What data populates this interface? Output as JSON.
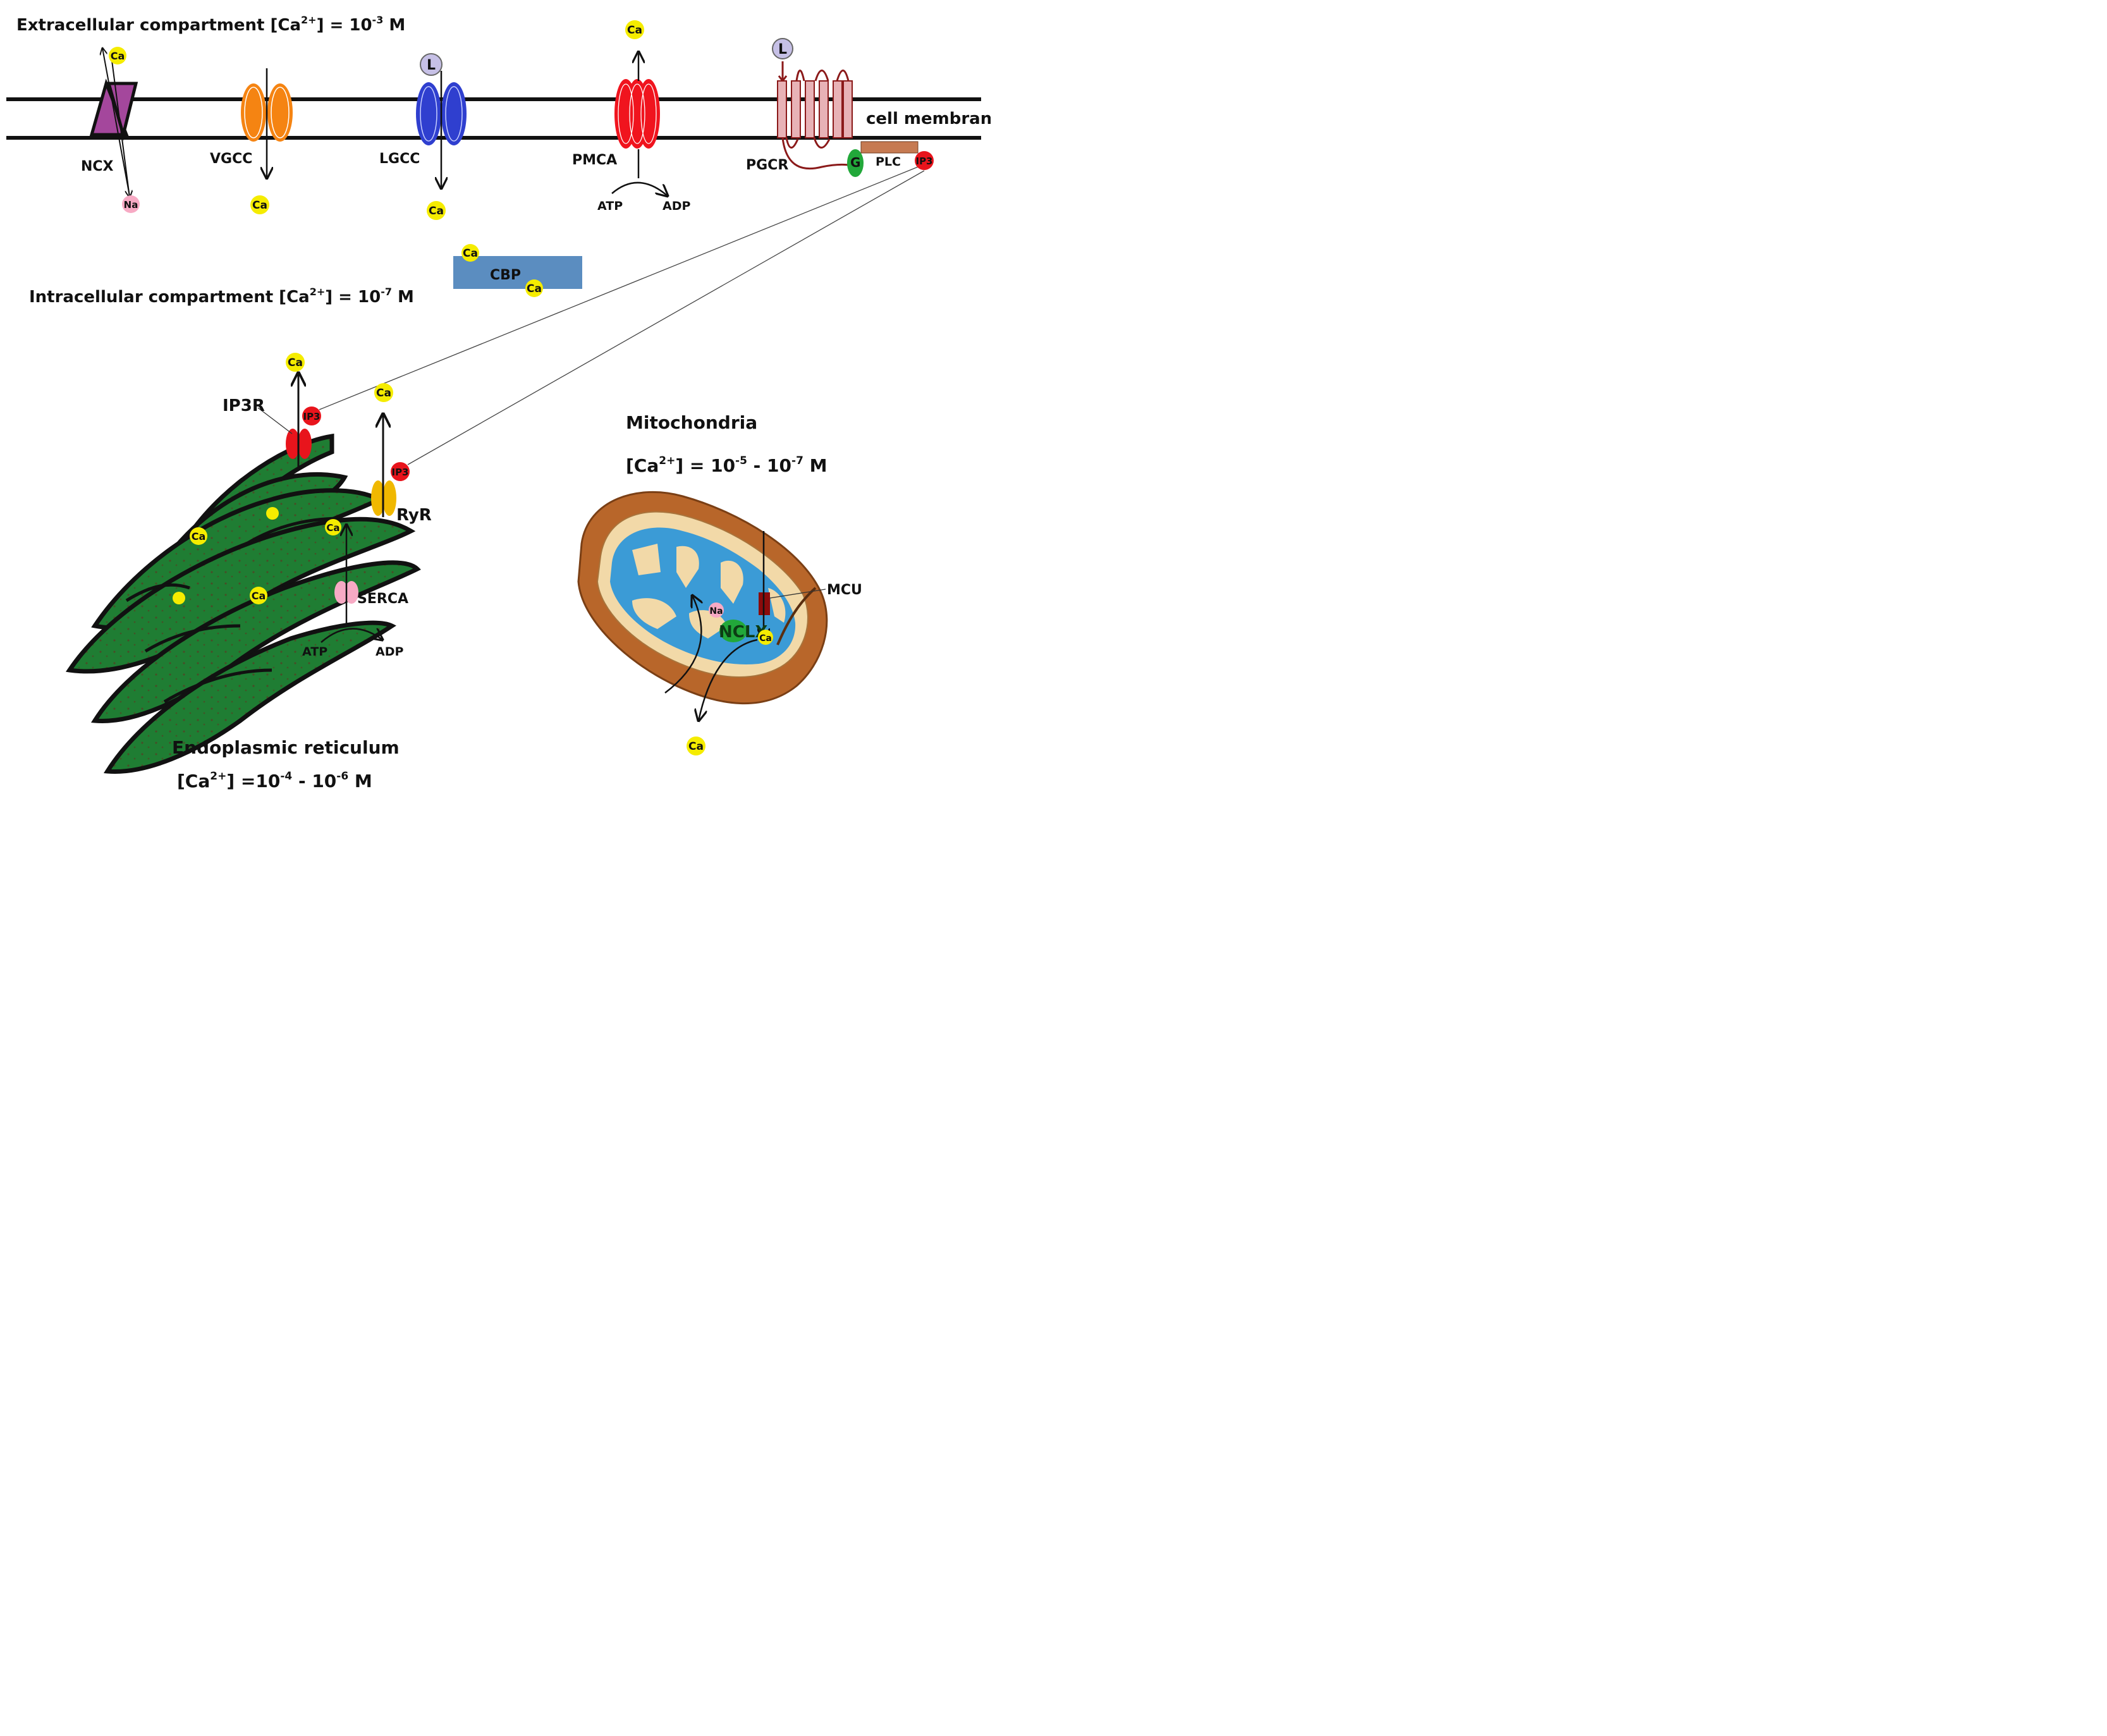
{
  "compartments": {
    "extra_label": "Extracellular compartment [Ca",
    "extra_sup": "2+",
    "extra_tail": "] = 10",
    "extra_exp": "-3",
    "extra_unit": " M",
    "intra_label": "Intracellular compartment [Ca",
    "intra_sup": "2+",
    "intra_tail": "] =  10",
    "intra_exp": "-7",
    "intra_unit": " M"
  },
  "membrane_label": "cell membrane",
  "channels": {
    "ncx": "NCX",
    "vgcc": "VGCC",
    "lgcc": "LGCC",
    "pmca": "PMCA",
    "pgcr": "PGCR",
    "plc": "PLC",
    "g": "G"
  },
  "ions": {
    "ca": "Ca",
    "na": "Na",
    "ip3": "IP3",
    "ligand": "L"
  },
  "energy": {
    "atp": "ATP",
    "adp": "ADP"
  },
  "cbp": "CBP",
  "er": {
    "ip3r": "IP3R",
    "ryr": "RyR",
    "serca": "SERCA",
    "title": "Endoplasmic reticulum",
    "conc_pre": "[Ca",
    "conc_sup": "2+",
    "conc_mid": "] =10",
    "conc_exp1": "-4",
    "conc_sep": " -  10",
    "conc_exp2": "-6",
    "conc_unit": " M"
  },
  "mito": {
    "title": "Mitochondria",
    "conc_pre": "[Ca",
    "conc_sup": "2+",
    "conc_mid": "] = 10",
    "conc_exp1": "-5",
    "conc_sep": " -  10",
    "conc_exp2": "-7",
    "conc_unit": " M",
    "mcu": "MCU",
    "nclx": "NCLX"
  },
  "colors": {
    "ca": "#f5ec00",
    "na": "#f7aac4",
    "ip3": "#e8141c",
    "ligand": "#c6c0e6",
    "ncx": "#a4479c",
    "vgcc": "#f58412",
    "lgcc": "#2f3fcf",
    "pmca": "#f0141e",
    "pgcr": "#e8b2b6",
    "g_protein": "#22a83a",
    "plc": "#c67a52",
    "cbp": "#5b8dc0",
    "er": "#1d7a30",
    "ryr": "#f0b800",
    "serca": "#f7aac4",
    "mito_outer": "#b8662a",
    "mito_inner": "#f2d9a8",
    "mito_matrix": "#3b9bd6",
    "mcu": "#8b0b0b",
    "nclx": "#22a83a"
  }
}
